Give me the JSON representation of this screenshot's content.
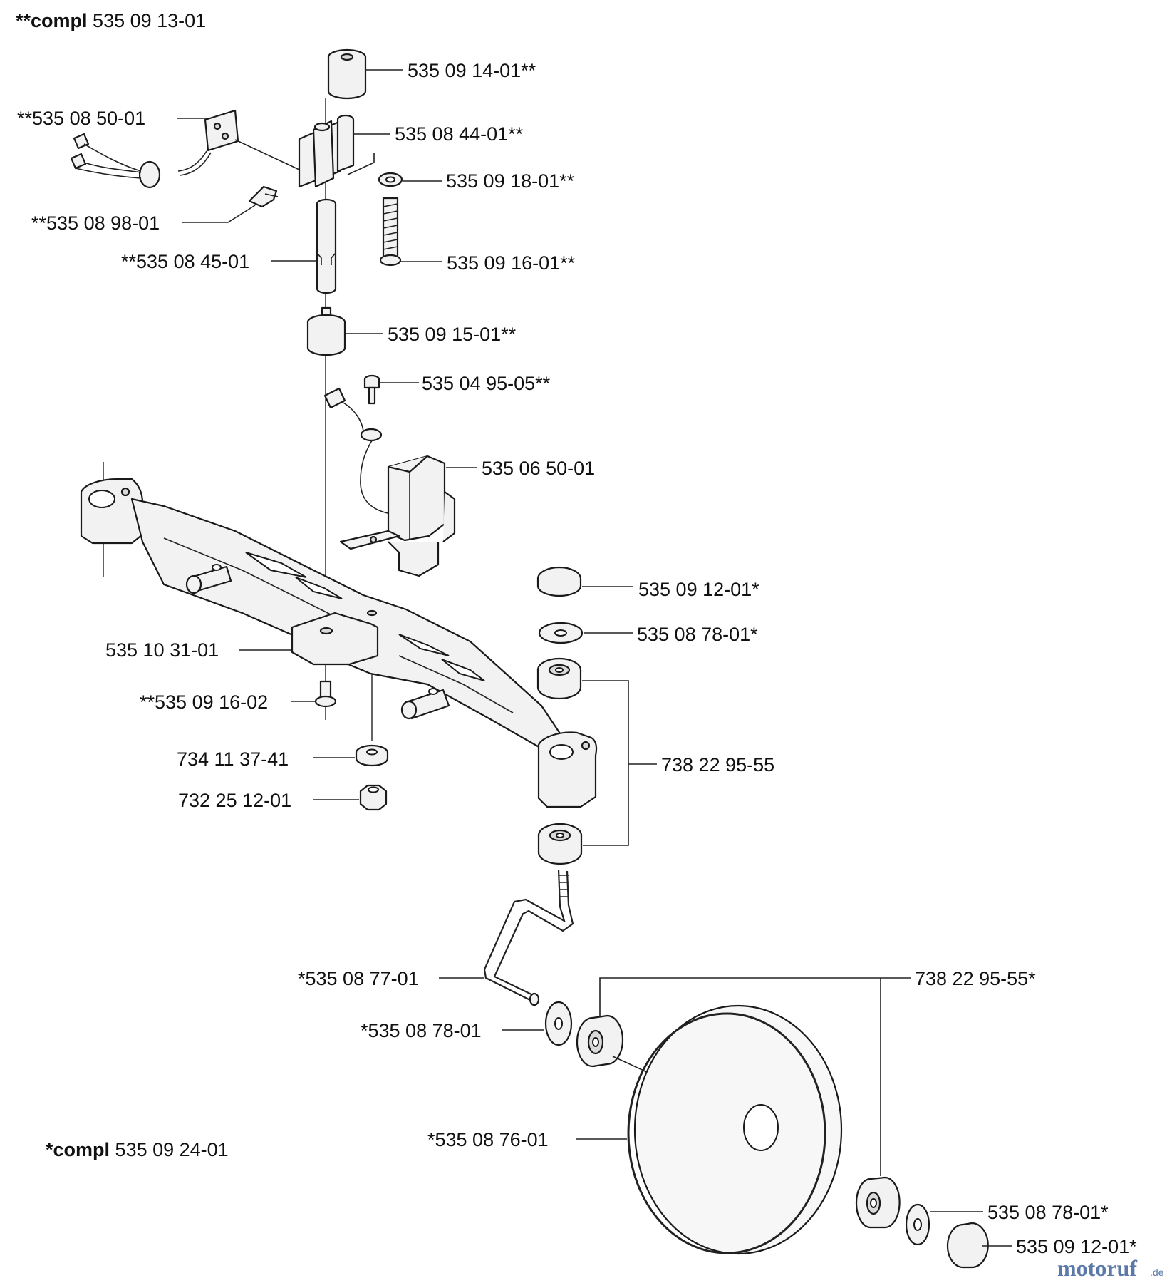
{
  "header": {
    "compl_main": {
      "prefix": "**compl",
      "number": "535 09 13-01"
    },
    "compl_wheel": {
      "prefix": "*compl",
      "number": "535 09 24-01"
    }
  },
  "parts": {
    "p_535_09_14_01": "535 09 14-01**",
    "p_535_08_50_01": "**535 08 50-01",
    "p_535_08_44_01": "535 08 44-01**",
    "p_535_09_18_01": "535 09 18-01**",
    "p_535_08_98_01": "**535 08 98-01",
    "p_535_08_45_01": "**535 08 45-01",
    "p_535_09_16_01": "535 09 16-01**",
    "p_535_09_15_01": "535 09 15-01**",
    "p_535_04_95_05": "535 04 95-05**",
    "p_535_06_50_01": "535 06 50-01",
    "p_535_09_12_01_top": "535 09 12-01*",
    "p_535_08_78_01_top": "535 08 78-01*",
    "p_535_10_31_01": "535 10 31-01",
    "p_535_09_16_02": "**535 09 16-02",
    "p_738_22_95_55": "738 22 95-55",
    "p_734_11_37_41": "734 11 37-41",
    "p_732_25_12_01": "732 25 12-01",
    "p_535_08_77_01": "*535 08 77-01",
    "p_738_22_95_55_star": "738 22 95-55*",
    "p_535_08_78_01_wheel": "*535 08 78-01",
    "p_535_08_76_01": "*535 08 76-01",
    "p_535_08_78_01_bottom": "535 08 78-01*",
    "p_535_09_12_01_bottom": "535 09 12-01*"
  },
  "watermark": {
    "brand": "motoruf",
    "tld": ".de"
  }
}
